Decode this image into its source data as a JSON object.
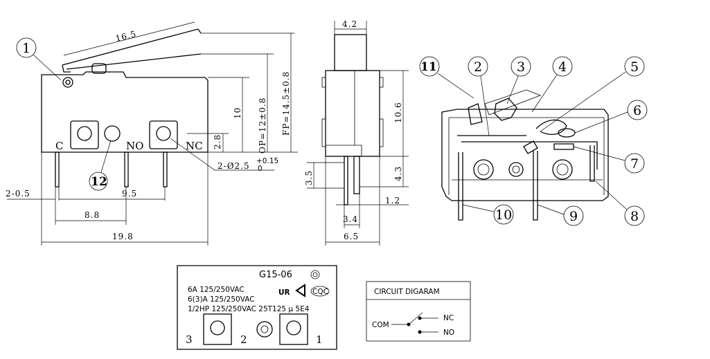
{
  "front_view": {
    "lever_length": "16.5",
    "height": "10",
    "op": "OP=12±0.8",
    "fp": "FP=14.5±0.8",
    "pin_offset": "2.8",
    "terminal_c": "C",
    "terminal_no": "NO",
    "terminal_nc": "NC",
    "hole_spec": "2-Ø2.5",
    "hole_tol_upper": "+0.15",
    "hole_tol_lower": "0",
    "pin_width": "2-0.5",
    "pitch_a": "9.5",
    "pitch_b": "8.8",
    "width": "19.8"
  },
  "side_view": {
    "top_width": "4.2",
    "body_height": "10.6",
    "pin_len_left": "3.5",
    "pin_len_right": "4.3",
    "pin_thickness": "1.2",
    "pin_span": "3.4",
    "width": "6.5"
  },
  "callouts": {
    "c1": "1",
    "c2": "2",
    "c3": "3",
    "c4": "4",
    "c5": "5",
    "c6": "6",
    "c7": "7",
    "c8": "8",
    "c9": "9",
    "c10": "10",
    "c11": "11",
    "c12": "12"
  },
  "label": {
    "model": "G15-06",
    "rating1": "6A 125/250VAC",
    "rating2": "6(3)A 125/250VAC",
    "rating3": "1/2HP 125/250VAC 25T125 µ  5E4",
    "ul_mark": "UR",
    "cqc_mark": "CQC",
    "term3": "3",
    "term2": "2",
    "term1": "1"
  },
  "circuit": {
    "title": "CIRCUIT DIGARAM",
    "com": "COM",
    "nc": "NC",
    "no": "NO"
  }
}
